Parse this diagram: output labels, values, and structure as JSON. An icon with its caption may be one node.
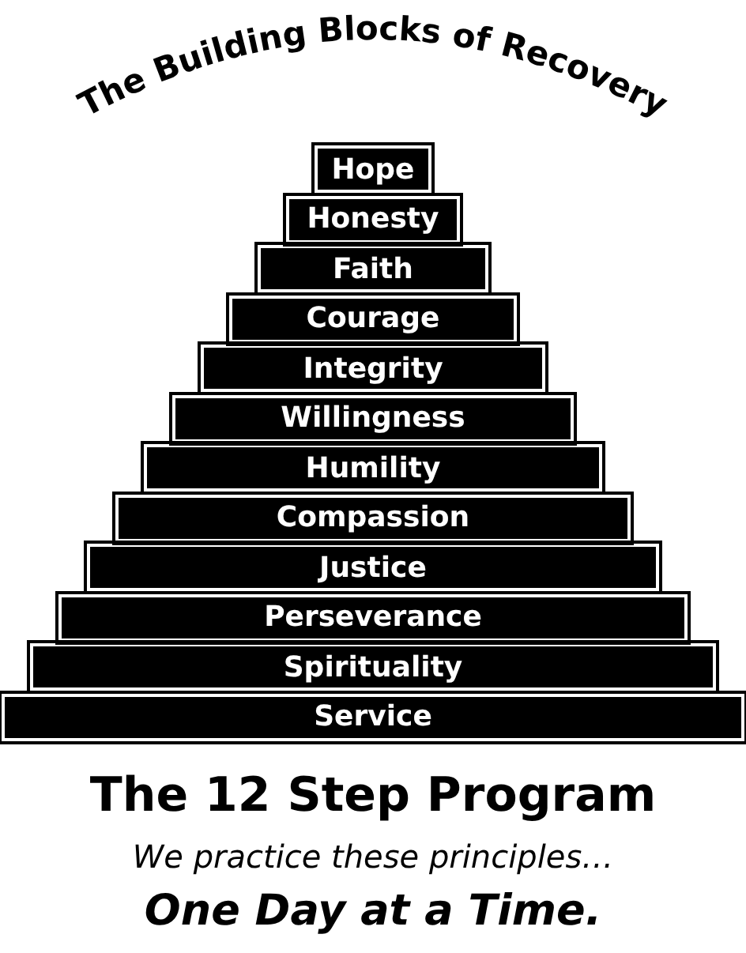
{
  "diagram": {
    "title": "The Building Blocks of Recovery",
    "nodes": [
      {
        "text": [
          "Hope"
        ]
      },
      {
        "text": [
          "Honesty"
        ]
      },
      {
        "text": [
          "Faith"
        ]
      },
      {
        "text": [
          "Courage"
        ]
      },
      {
        "text": [
          "Integrity"
        ]
      },
      {
        "text": [
          "Willingness"
        ]
      },
      {
        "text": [
          "Humility"
        ]
      },
      {
        "text": [
          "Compassion"
        ]
      },
      {
        "text": [
          "Justice"
        ]
      },
      {
        "text": [
          "Perseverance"
        ]
      },
      {
        "text": [
          "Spirituality"
        ]
      },
      {
        "text": [
          "Service"
        ]
      }
    ],
    "labels": [
      "The 12 Step Program",
      "We practice these principles…",
      "One Day at a Time."
    ]
  }
}
